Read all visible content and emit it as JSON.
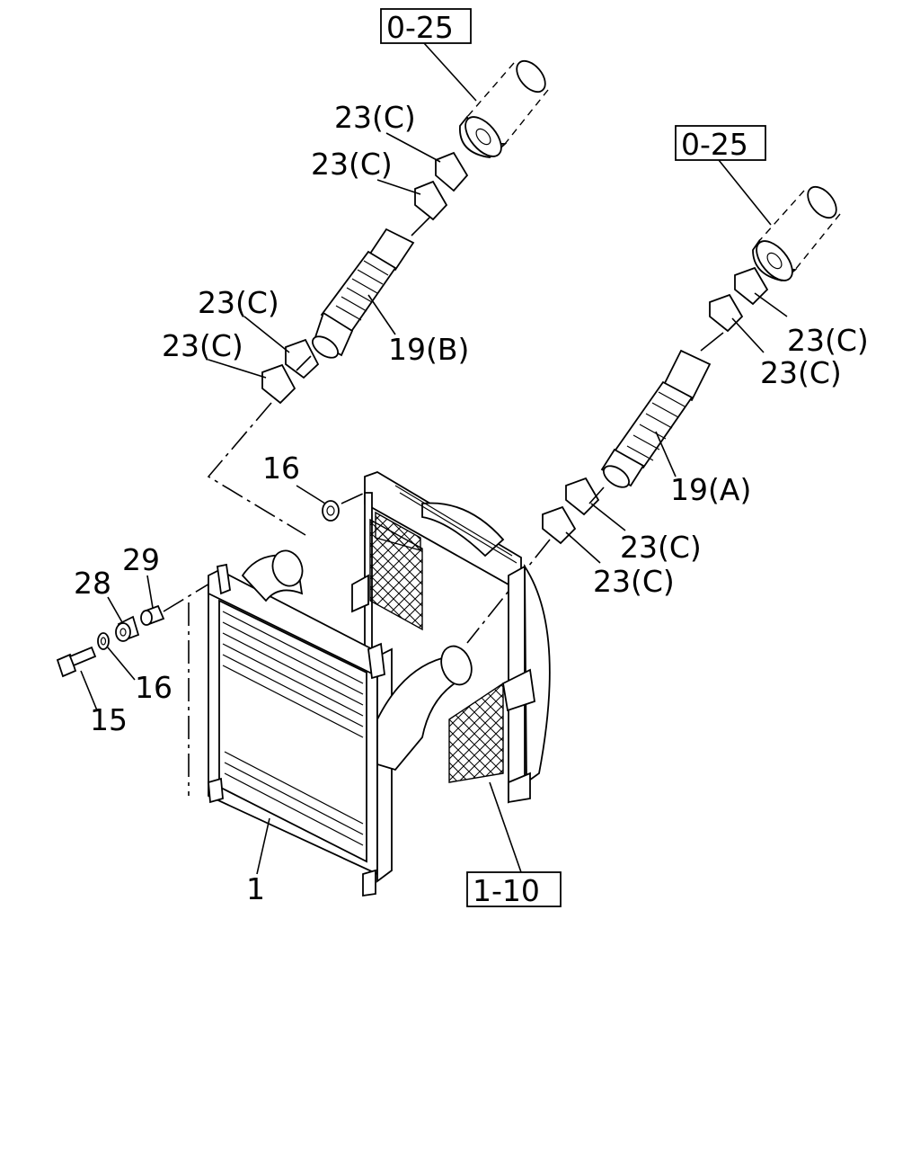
{
  "labels": {
    "ref_top": "0-25",
    "ref_right": "0-25",
    "ref_bottom": "1-10",
    "clamp_1": "23(C)",
    "clamp_2": "23(C)",
    "clamp_3": "23(C)",
    "clamp_4": "23(C)",
    "clamp_5": "23(C)",
    "clamp_6": "23(C)",
    "clamp_7": "23(C)",
    "clamp_8": "23(C)",
    "hose_b": "19(B)",
    "hose_a": "19(A)",
    "washer_top": "16",
    "washer_low": "16",
    "collar": "29",
    "bush": "28",
    "bolt": "15",
    "intercooler": "1"
  }
}
